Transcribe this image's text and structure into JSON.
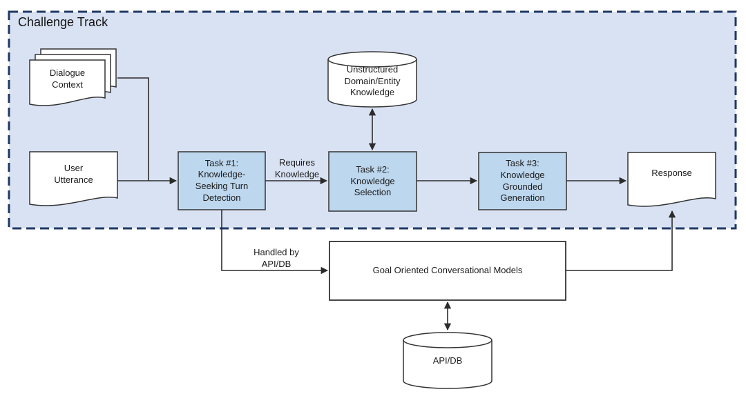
{
  "diagram": {
    "title": "Challenge Track",
    "nodes": {
      "dialogue_context": {
        "label": "Dialogue\nContext",
        "shape": "document-stack"
      },
      "user_utterance": {
        "label": "User\nUtterance",
        "shape": "document"
      },
      "task1": {
        "label": "Task #1:\nKnowledge-\nSeeking Turn\nDetection",
        "shape": "process-box"
      },
      "task2": {
        "label": "Task #2:\nKnowledge\nSelection",
        "shape": "process-box"
      },
      "task3": {
        "label": "Task #3:\nKnowledge\nGrounded\nGeneration",
        "shape": "process-box"
      },
      "knowledge_store": {
        "label": "Unstructured\nDomain/Entity\nKnowledge",
        "shape": "database-cylinder"
      },
      "response": {
        "label": "Response",
        "shape": "document"
      },
      "goal_models": {
        "label": "Goal Oriented Conversational Models",
        "shape": "box"
      },
      "api_db": {
        "label": "API/DB",
        "shape": "database-cylinder"
      }
    },
    "edge_labels": {
      "requires_knowledge": "Requires\nKnowledge",
      "handled_by_api_db": "Handled by\nAPI/DB"
    },
    "colors": {
      "track_fill": "#d9e2f3",
      "track_border": "#1f3864",
      "task_fill": "#bdd7ee",
      "shape_fill": "#ffffff",
      "shape_stroke": "#333333",
      "connector": "#2b2b2b",
      "text": "#1b1b1b"
    }
  }
}
